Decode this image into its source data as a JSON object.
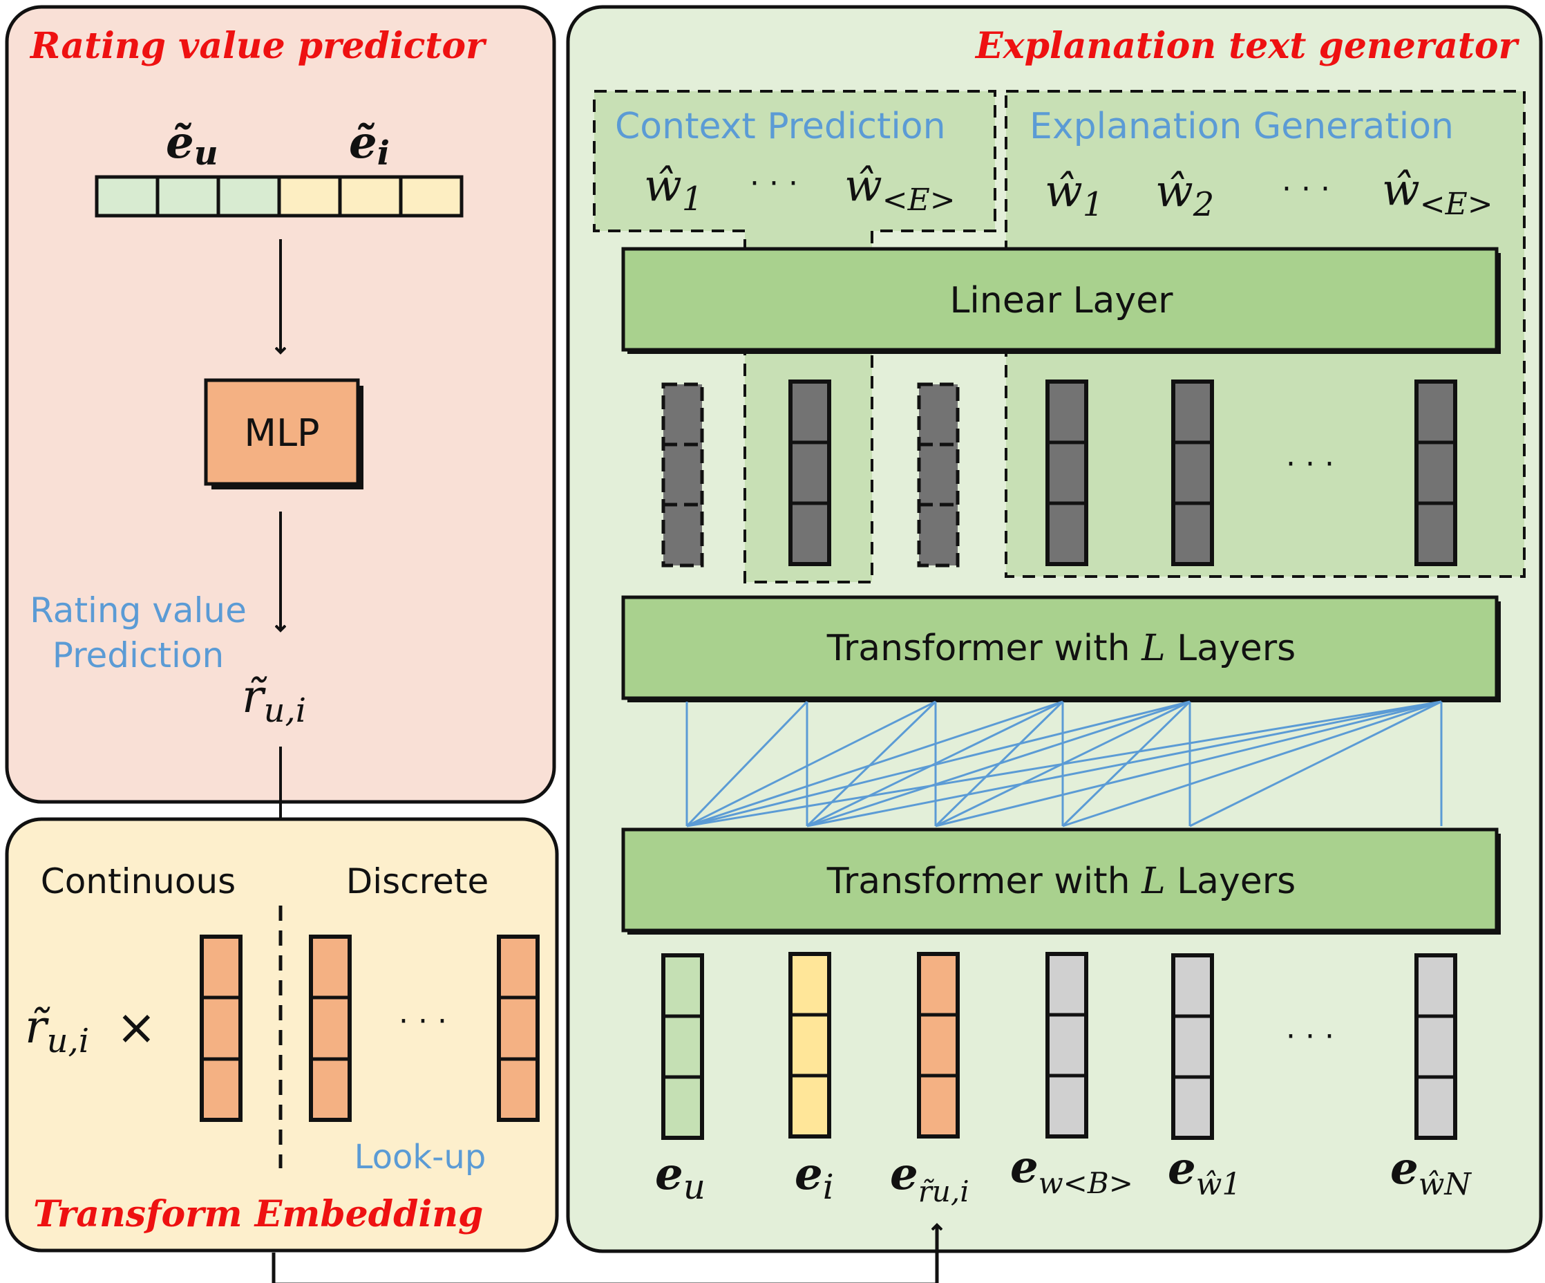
{
  "rating_panel": {
    "title": "Rating value predictor",
    "concat_label_user": "ẽ",
    "concat_label_user_sub": "u",
    "concat_label_item": "ẽ",
    "concat_label_item_sub": "i",
    "mlp_label": "MLP",
    "prediction_label_line1": "Rating value",
    "prediction_label_line2": "Prediction",
    "rating_symbol": "r̃",
    "rating_sub": "u,i"
  },
  "transform_panel": {
    "title": "Transform Embedding",
    "continuous_label": "Continuous",
    "discrete_label": "Discrete",
    "multiplier_symbol": "r̃",
    "multiplier_sub": "u,i",
    "times": "×",
    "ellipsis": "· · ·",
    "lookup_label": "Look-up"
  },
  "generator_panel": {
    "title": "Explanation text generator",
    "context_prediction_label": "Context Prediction",
    "explanation_generation_label": "Explanation Generation",
    "context_outputs": [
      {
        "base": "ŵ",
        "sub": "1"
      },
      {
        "base": "ŵ",
        "sub": "<E>"
      }
    ],
    "explanation_outputs": [
      {
        "base": "ŵ",
        "sub": "1"
      },
      {
        "base": "ŵ",
        "sub": "2"
      },
      {
        "base": "ŵ",
        "sub": "<E>"
      }
    ],
    "dots": "· · ·",
    "linear_layer_label": "Linear Layer",
    "transformer_label_prefix": "Transformer with ",
    "transformer_label_var": "L",
    "transformer_label_suffix": " Layers",
    "inputs": [
      {
        "base": "e",
        "sub": "u"
      },
      {
        "base": "e",
        "sub": "i"
      },
      {
        "base": "e",
        "sub": "r̃u,i"
      },
      {
        "base": "e",
        "sub": "w<B>"
      },
      {
        "base": "e",
        "sub": "ŵ1"
      },
      {
        "base": "e",
        "sub": "ŵN"
      }
    ]
  },
  "colors": {
    "rating_bg": "#f9e0d6",
    "transform_bg": "#fdefcc",
    "generator_bg": "#e3efd9",
    "dashed_region_bg": "#c8e0b5",
    "layer_fill": "#a9d18e",
    "mlp_fill": "#f4b183",
    "user_cell": "#d8ebd1",
    "item_cell": "#fdeec2",
    "user_vec": "#c5e0b4",
    "item_vec": "#ffe699",
    "rating_vec": "#f4b183",
    "word_vec": "#d0d0d0",
    "hidden_vec": "#737373",
    "title_red": "#ee1111",
    "label_blue": "#5b9bd5"
  }
}
